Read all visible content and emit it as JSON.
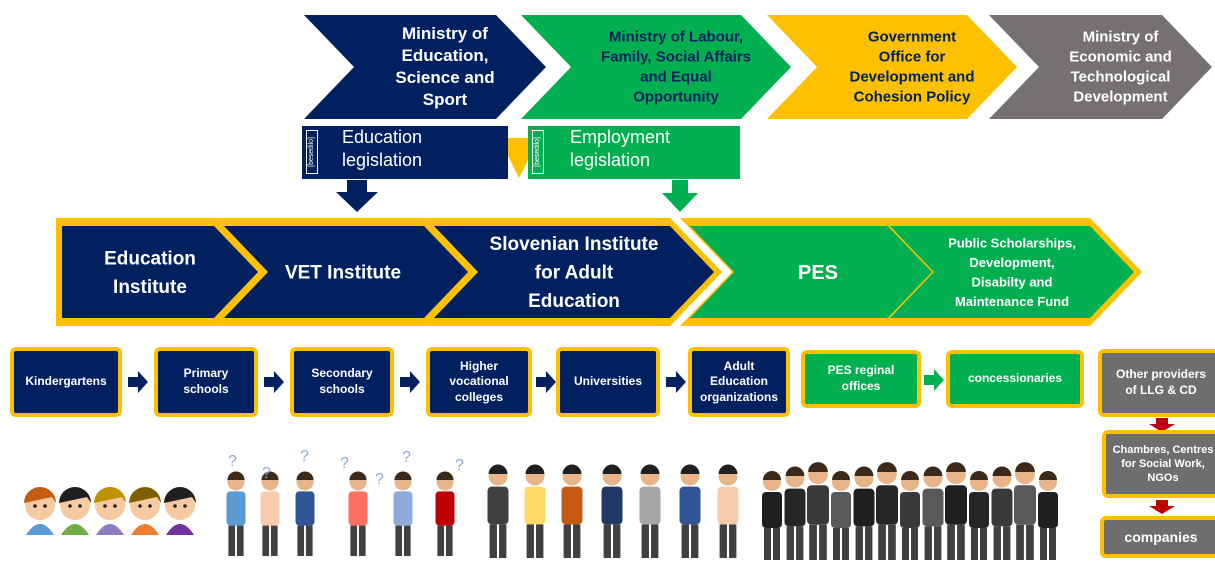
{
  "ministries": [
    {
      "label_lines": [
        "Ministry of",
        "Education,",
        "Science and",
        "Sport"
      ],
      "color": "#002060",
      "text_color": "#ffffff"
    },
    {
      "label_lines": [
        "Ministry of Labour,",
        "Family, Social Affairs",
        "and Equal",
        "Opportunity"
      ],
      "color": "#00B050",
      "text_color": "#002060"
    },
    {
      "label_lines": [
        "Government",
        "Office for",
        "Development and",
        "Cohesion Policy"
      ],
      "color": "#FFC000",
      "text_color": "#002060"
    },
    {
      "label_lines": [
        "Ministry of",
        "Economic and",
        "Technological",
        "Development"
      ],
      "color": "#767171",
      "text_color": "#ffffff"
    }
  ],
  "legislation": [
    {
      "label_lines": [
        "Education",
        "legislation"
      ],
      "tag": "[besedilo]",
      "color": "#002060"
    },
    {
      "label_lines": [
        "Employment",
        "legislation"
      ],
      "tag": "[besedilo]",
      "color": "#00B050"
    }
  ],
  "institutions": [
    {
      "label_lines": [
        "Education",
        "Institute"
      ],
      "color": "#002060"
    },
    {
      "label_lines": [
        "VET Institute"
      ],
      "color": "#002060"
    },
    {
      "label_lines": [
        "Slovenian Institute",
        "for Adult",
        "Education"
      ],
      "color": "#002060"
    },
    {
      "label_lines": [
        "PES"
      ],
      "color": "#00B050"
    },
    {
      "label_lines": [
        "Public Scholarships,",
        "Development,",
        "Disabilty and",
        "Maintenance Fund"
      ],
      "color": "#00B050"
    }
  ],
  "providers": {
    "education_chain": [
      "Kindergartens",
      "Primary schools",
      "Secondary schools",
      "Higher vocational colleges",
      "Universities",
      "Adult Education organizations"
    ],
    "employment_chain": [
      "PES reginal offices",
      "concessionaries"
    ],
    "other_chain": [
      "Other providers of  LLG & CD",
      "Chambres, Centres for Social Work, NGOs",
      "companies"
    ]
  },
  "colors": {
    "navy": "#002060",
    "green": "#00B050",
    "gold": "#FFC000",
    "grey": "#767171",
    "dark_red": "#C00000"
  },
  "illustrations": [
    "children-group",
    "confused-students-group",
    "young-professionals-group",
    "business-people-group"
  ]
}
